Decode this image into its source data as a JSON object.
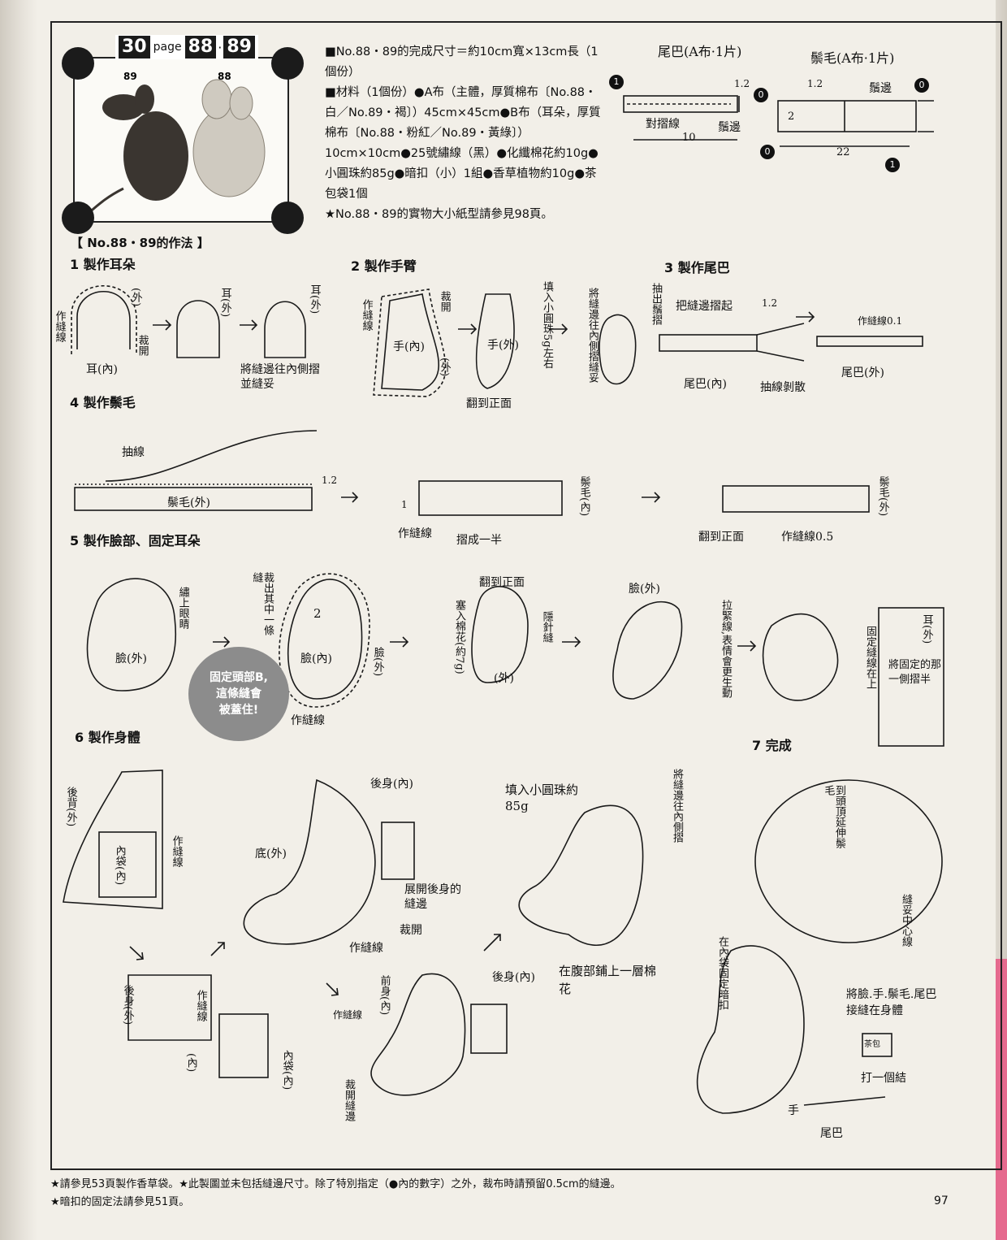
{
  "header": {
    "badge_num": "30",
    "badge_word": "page",
    "badge_page_a": "88",
    "badge_dot": "·",
    "badge_page_b": "89",
    "photo_label_left": "89",
    "photo_label_right": "88"
  },
  "spec": {
    "line1": "■No.88・89的完成尺寸＝約10cm寬×13cm長（1個份）",
    "line2": "■材料（1個份）●A布（主體，厚質棉布〔No.88・白／No.89・褐〕）45cm×45cm●B布（耳朵，厚質棉布〔No.88・粉紅／No.89・黃綠〕）10cm×10cm●25號繡線（黑）●化纖棉花約10g●小圓珠約85g●暗扣（小）1組●香草植物約10g●茶包袋1個",
    "line3": "★No.88・89的實物大小紙型請參見98頁。"
  },
  "top_diagram": {
    "tail_title": "尾巴(A布·1片)",
    "mane_title": "鬃毛(A布·1片)",
    "fold_line": "對摺線",
    "whisker": "鬚邊",
    "whisker2": "鬚邊",
    "dim_10": "10",
    "dim_22": "22",
    "dim_12a": "1.2",
    "dim_12b": "1.2",
    "dim_2": "2",
    "num_1": "1",
    "num_0": "0"
  },
  "method_title": "【 No.88・89的作法 】",
  "steps": {
    "s1": "1  製作耳朵",
    "s2": "2  製作手臂",
    "s3": "3  製作尾巴",
    "s4": "4  製作鬃毛",
    "s5": "5  製作臉部、固定耳朵",
    "s6": "6  製作身體",
    "s7": "7  完成"
  },
  "labels": {
    "ear_out": "(外)",
    "ear_in": "耳(內)",
    "ear_sewline": "作縫線",
    "ear_cut": "裁開",
    "ear_out2": "耳(外)",
    "ear_out3": "耳(外)",
    "ear_note": "將縫邊往內側摺並縫妥",
    "arm_sewline": "作縫線",
    "arm_cut": "裁開",
    "arm_in": "手(內)",
    "arm_out": "(外)",
    "arm_fill": "填入小圓珠5g左右",
    "arm_out2": "手(外)",
    "arm_turn": "翻到正面",
    "arm_fold": "將縫邊往內側摺縫妥",
    "tail_pull": "抽出鬚摺",
    "tail_fold": "把縫邊摺起",
    "tail_12": "1.2",
    "tail_in": "尾巴(內)",
    "tail_loose": "抽線剝散",
    "tail_sew": "作縫線0.1",
    "tail_out": "尾巴(外)",
    "mane_pull": "抽線",
    "mane_out": "鬃毛(外)",
    "mane_12": "1.2",
    "mane_one": "1",
    "mane_sewline": "作縫線",
    "mane_half": "摺成一半",
    "mane_in": "鬃毛(內)",
    "mane_turn": "翻到正面",
    "mane_sew05": "作縫線0.5",
    "mane_out2": "鬃毛(外)",
    "face_eyes": "繡上眼睛",
    "face_out": "臉(外)",
    "face_cut": "裁出其中一條縫",
    "face_two": "2",
    "face_in": "臉(內)",
    "face_out2": "臉(外)",
    "face_sewline": "作縫線",
    "note_circle_1": "固定頭部B,",
    "note_circle_2": "這條縫會",
    "note_circle_3": "被蓋住!",
    "face_stuff": "塞入棉花(約7g)",
    "face_turn": "翻到正面",
    "face_hidden": "隱針縫",
    "face_out3": "(外)",
    "face_out4": "臉(外)",
    "face_pull": "拉緊線,表情會更生動",
    "ear_fix_out": "耳(外)",
    "ear_fix": "固定縫線在上",
    "ear_fix_note": "將固定的那一側摺半",
    "body_back_out": "後背(外)",
    "body_pocket": "內袋(內)",
    "body_sewline": "作縫線",
    "body_back_in": "後身(內)",
    "body_bottom": "底(外)",
    "body_open": "展開後身的縫邊",
    "body_cut": "裁開",
    "body_sewline2": "作縫線",
    "body_back_out2": "後身(外)",
    "body_sewline3": "作縫線",
    "body_in": "(內)",
    "body_pocket2": "內袋(內)",
    "body_front_in": "前身(內)",
    "body_back_in2": "後身(內)",
    "body_sewline4": "作縫線",
    "body_cut_edge": "裁開縫邊",
    "body_fill": "填入小圓珠約85g",
    "body_fold": "將縫邊往內側摺",
    "body_cotton": "在腹部鋪上一層棉花",
    "finish_mane": "到頭頂延伸鬃毛",
    "finish_center": "縫妥中心線",
    "finish_pocket": "在內袋固定暗扣",
    "finish_attach": "將臉.手.鬃毛.尾巴接縫在身體",
    "finish_knot": "打一個結",
    "finish_hand": "手",
    "finish_tail": "尾巴",
    "finish_tea": "茶包"
  },
  "footnotes": {
    "f1": "★請參見53頁製作香草袋。★此製圖並未包括縫邊尺寸。除了特別指定（●內的數字）之外，裁布時請預留0.5cm的縫邊。",
    "f2": "★暗扣的固定法請參見51頁。"
  },
  "page_number": "97"
}
